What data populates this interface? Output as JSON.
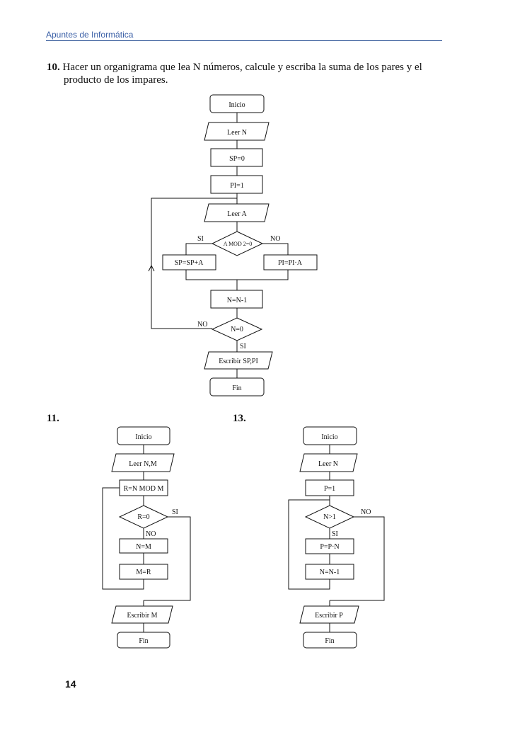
{
  "header": {
    "title": "Apuntes de Informática"
  },
  "problem10": {
    "number": "10.",
    "text_line1": "Hacer un organigrama que lea N números, calcule y escriba la suma de los pares y el",
    "text_line2": "producto de los impares."
  },
  "flow10": {
    "inicio": "Inicio",
    "leer_n": "Leer N",
    "sp0": "SP=0",
    "pi1": "PI=1",
    "leer_a": "Leer A",
    "cond1": "A MOD 2=0",
    "si1": "SI",
    "no1": "NO",
    "sp_add": "SP=SP+A",
    "pi_mul": "PI=PI·A",
    "n_dec": "N=N-1",
    "cond2": "N=0",
    "no2": "NO",
    "si2": "SI",
    "escribir": "Escribir SP,PI",
    "fin": "Fin"
  },
  "section11": {
    "number": "11."
  },
  "flow11": {
    "inicio": "Inicio",
    "leer": "Leer N,M",
    "r_assign": "R=N MOD M",
    "cond": "R=0",
    "si": "SI",
    "no": "NO",
    "n_assign": "N=M",
    "m_assign": "M=R",
    "escribir": "Escribir M",
    "fin": "Fin"
  },
  "section13": {
    "number": "13."
  },
  "flow13": {
    "inicio": "Inicio",
    "leer": "Leer N",
    "p1": "P=1",
    "cond": "N>1",
    "no": "NO",
    "si": "SI",
    "p_mul": "P=P·N",
    "n_dec": "N=N-1",
    "escribir": "Escribir P",
    "fin": "Fin"
  },
  "page": {
    "number": "14"
  }
}
